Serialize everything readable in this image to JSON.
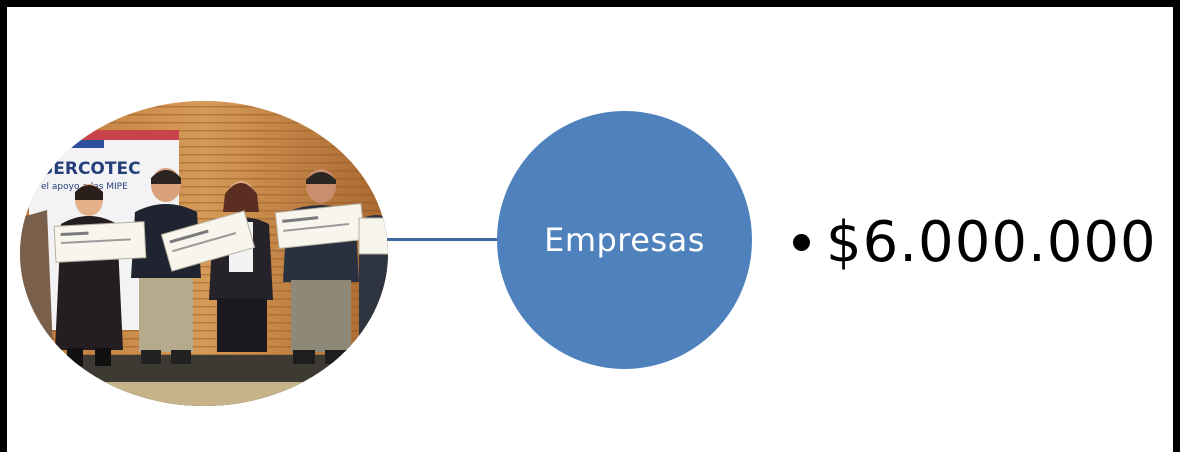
{
  "photo": {
    "banner_text": "SERCOTEC",
    "banner_subtext": "el apoyo a las MIPE"
  },
  "node": {
    "label": "Empresas"
  },
  "bullet": {
    "text": "$6.000.000"
  },
  "colors": {
    "node_fill": "#4f81bd",
    "connector": "#3f67a0",
    "frame": "#000000"
  }
}
